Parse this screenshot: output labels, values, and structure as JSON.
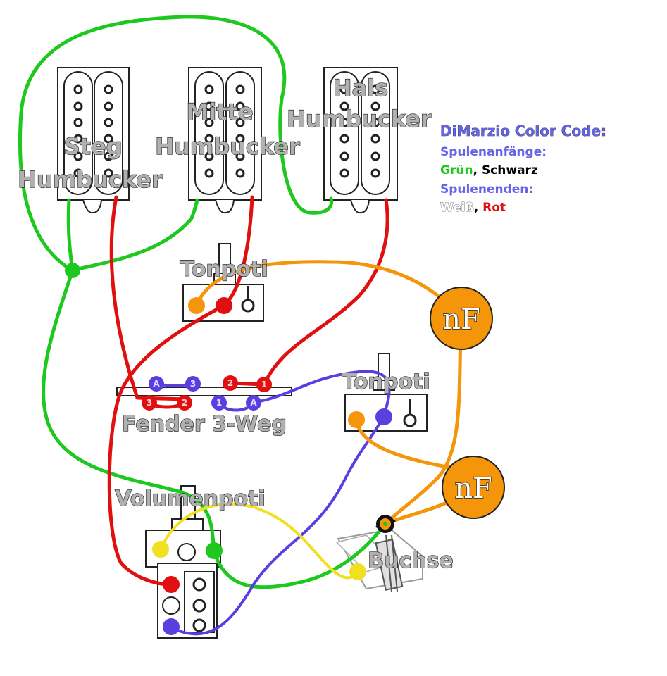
{
  "labels": {
    "steg_1": "Steg",
    "steg_2": "Humbucker",
    "mitte_1": "Mitte",
    "mitte_2": "Humbucker",
    "hals_1": "Hals",
    "hals_2": "Humbucker",
    "tonpoti_1": "Tonpoti",
    "tonpoti_2": "Tonpoti",
    "switch": "Fender 3-Weg",
    "volume": "Volumenpoti",
    "jack": "Buchse",
    "cap_1": "nF",
    "cap_2": "nF"
  },
  "switch_lugs": {
    "top": [
      "A",
      "3",
      "2",
      "1"
    ],
    "bottom": [
      "3",
      "2",
      "1",
      "A"
    ]
  },
  "color_code": {
    "title": "DiMarzio Color Code:",
    "starts_label": "Spulenanfänge:",
    "starts_green": "Grün",
    "starts_sep": ", ",
    "starts_black": "Schwarz",
    "ends_label": "Spulenenden:",
    "ends_white": "Weiß",
    "ends_sep": ", ",
    "ends_red": "Rot"
  },
  "colors": {
    "green": "#1ec81e",
    "red": "#e01010",
    "blue": "#5a3ee0",
    "orange": "#f5950a",
    "yellow": "#f0e020",
    "label_gray": "#b0b0b0",
    "code_title": "#6464e6"
  }
}
